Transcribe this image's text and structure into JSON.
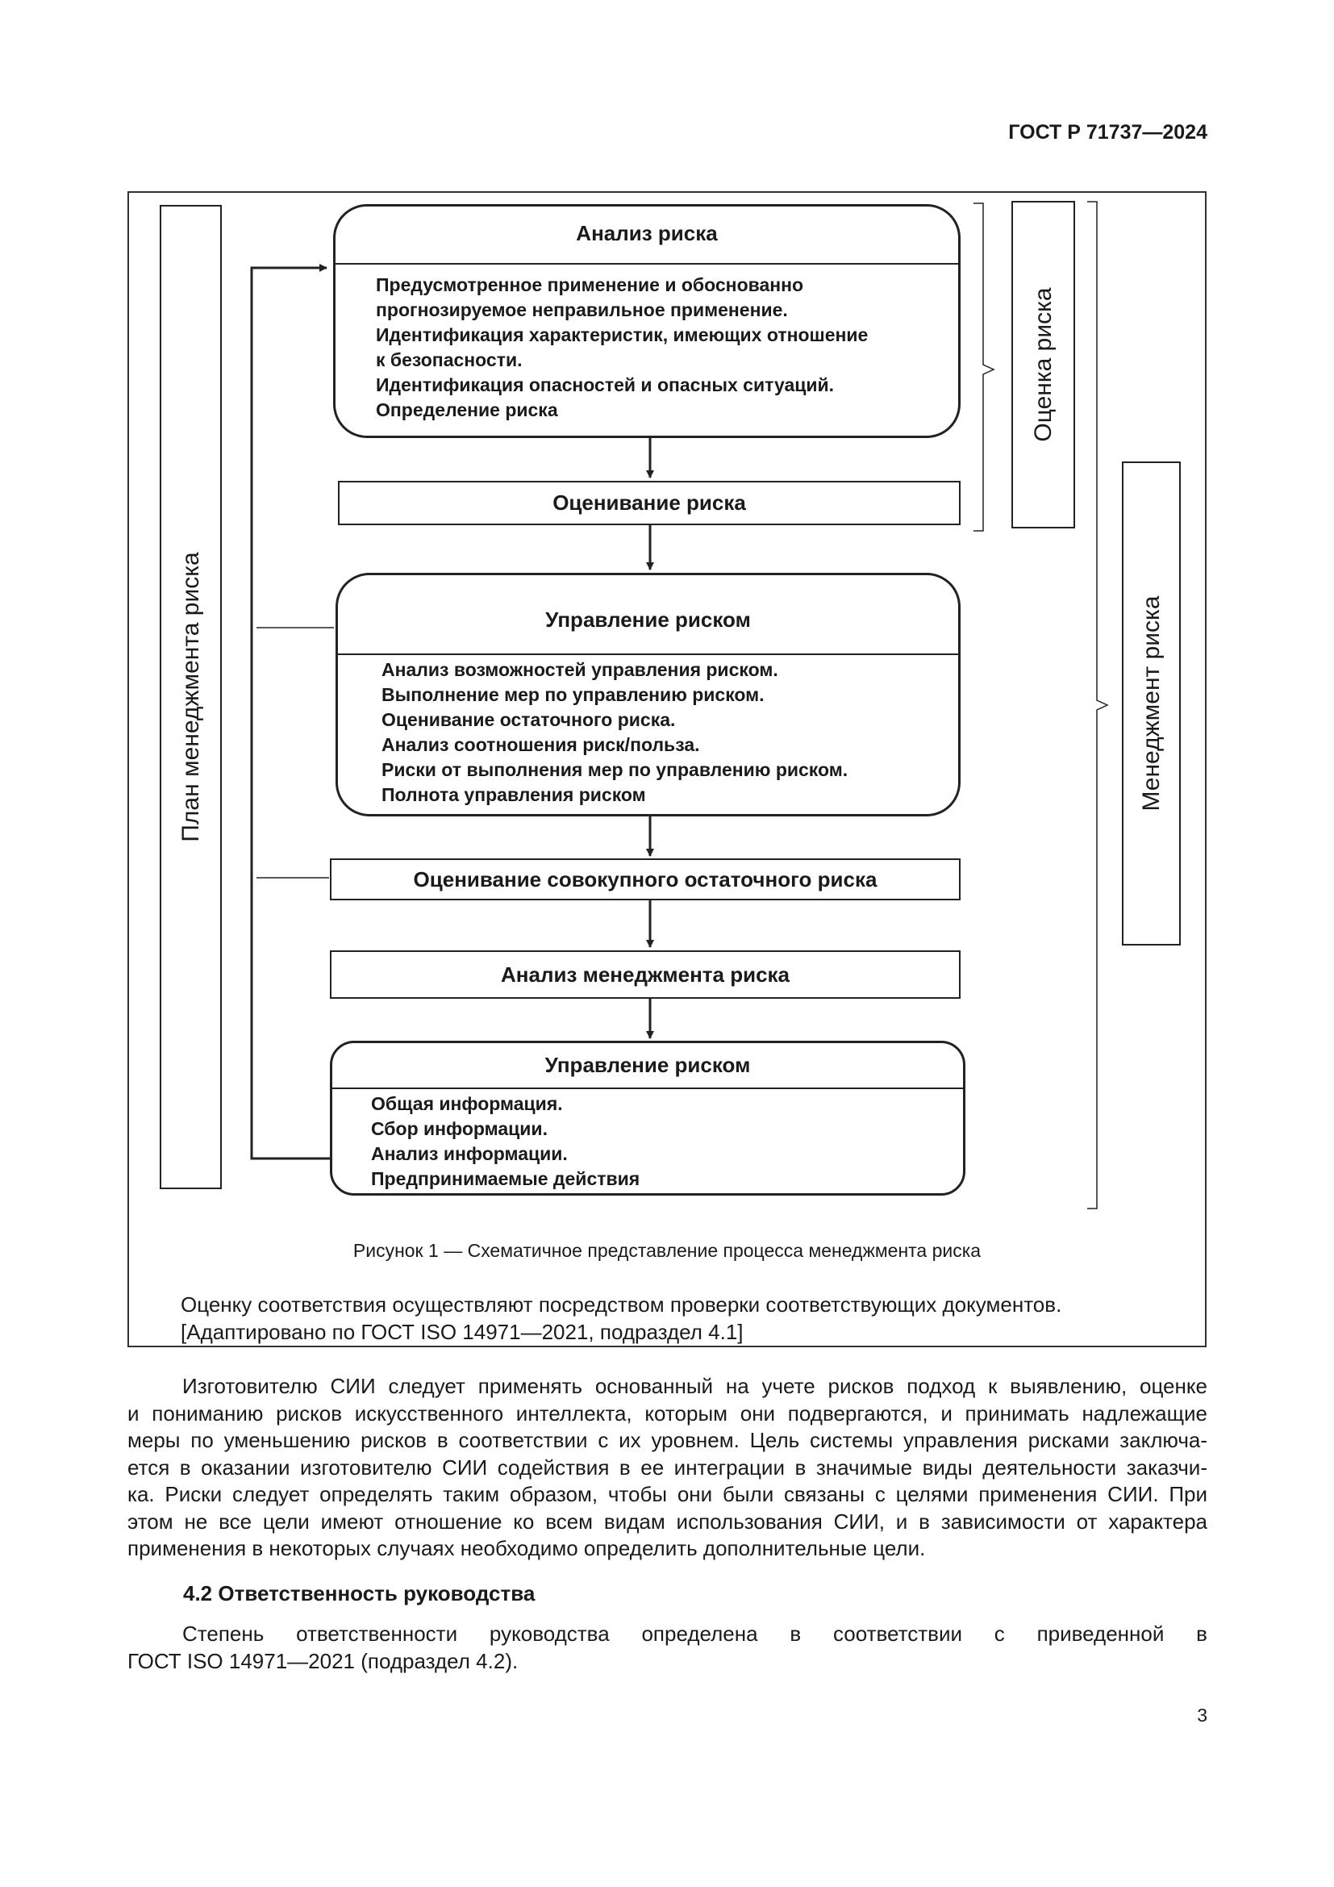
{
  "header": {
    "code": "ГОСТ Р 71737—2024"
  },
  "figure": {
    "side_left": "План менеджмента риска",
    "side_right_top": "Оценка риска",
    "side_right_bottom": "Менеджмент риска",
    "analysis": {
      "title": "Анализ риска",
      "items": [
        "Предусмотренное применение и обоснованно",
        "прогнозируемое неправильное применение.",
        "Идентификация характеристик, имеющих отношение",
        "к безопасности.",
        "Идентификация опасностей и опасных ситуаций.",
        "Определение риска"
      ]
    },
    "evaluation": "Оценивание риска",
    "control": {
      "title": "Управление риском",
      "items": [
        "Анализ возможностей управления риском.",
        "Выполнение мер по управлению риском.",
        "Оценивание остаточного риска.",
        "Анализ соотношения риск/польза.",
        "Риски от выполнения мер по управлению риском.",
        "Полнота управления риском"
      ]
    },
    "residual": "Оценивание совокупного остаточного риска",
    "review": "Анализ менеджмента риска",
    "management": {
      "title": "Управление риском",
      "items": [
        "Общая информация.",
        "Сбор информации.",
        "Анализ информации.",
        "Предпринимаемые действия"
      ]
    },
    "caption": "Рисунок 1 — Схематичное представление процесса менеджмента риска",
    "note_line1": "Оценку соответствия осуществляют посредством проверки соответствующих документов.",
    "note_line2": "[Адаптировано по ГОСТ ISO 14971—2021, подраздел 4.1]"
  },
  "paragraph1": [
    "Изготовителю СИИ следует применять основанный на учете рисков подход к выявлению, оценке",
    "и пониманию рисков искусственного интеллекта, которым они подвергаются, и принимать надлежащие",
    "меры по уменьшению рисков в соответствии с их уровнем. Цель системы управления рисками заключа-",
    "ется в оказании изготовителю СИИ содействия в ее интеграции в значимые виды деятельности заказчи-",
    "ка. Риски следует определять таким образом, чтобы они были связаны с целями применения СИИ. При",
    "этом не все цели имеют отношение ко всем видам использования СИИ, и в зависимости от характера",
    "применения в некоторых случаях необходимо определить дополнительные цели."
  ],
  "section_heading": "4.2 Ответственность руководства",
  "paragraph2": [
    "Степень ответственности руководства определена в соответствии с приведенной в",
    "ГОСТ ISO 14971—2021 (подраздел 4.2)."
  ],
  "page_number": "3"
}
